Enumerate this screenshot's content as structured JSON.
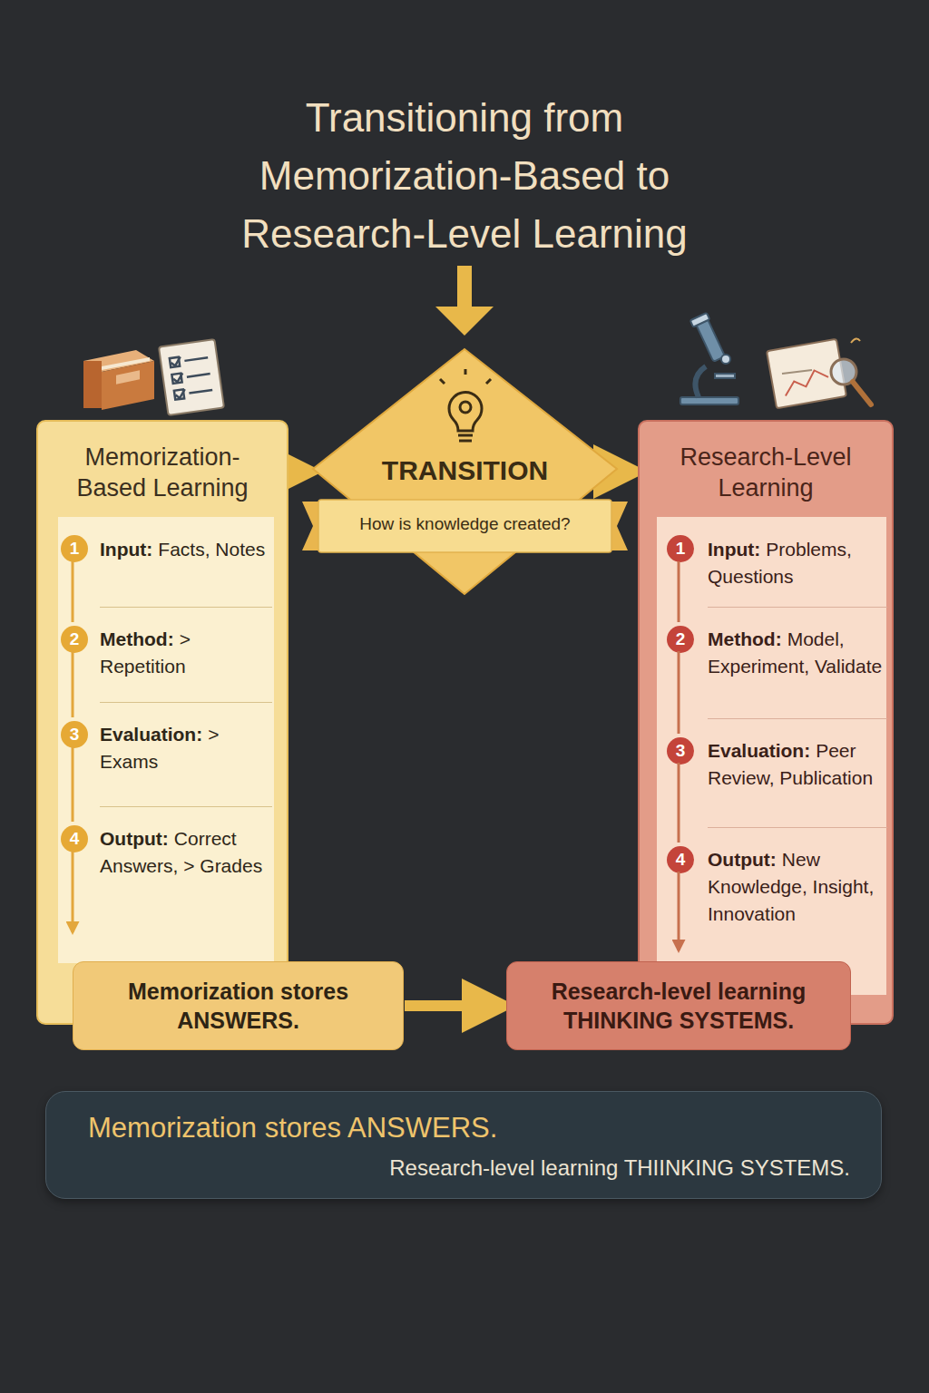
{
  "diagram": {
    "title": "Transitioning from Memorization-Based to Research-Level Learning",
    "nodes": [
      {
        "text": [
          "Memorization- Based Learning"
        ]
      },
      {
        "text": [
          "Input:",
          "Facts, Notes"
        ],
        "in": 0
      },
      {
        "text": [
          "1"
        ],
        "in": 1
      },
      {
        "text": [
          "Method:",
          "> Repetition"
        ],
        "in": 0
      },
      {
        "text": [
          "2"
        ],
        "in": 3
      },
      {
        "text": [
          "Evaluation:",
          "> Exams"
        ],
        "in": 0
      },
      {
        "text": [
          "3"
        ],
        "in": 5
      },
      {
        "text": [
          "Output:",
          "Correct Answers, > Grades"
        ],
        "in": 0
      },
      {
        "text": [
          "4"
        ],
        "in": 7
      },
      {
        "text": [
          "TRANSITION",
          "How is knowledge created?"
        ]
      },
      {
        "text": [
          "Research-Level Learning"
        ]
      },
      {
        "text": [
          "Input:",
          "Problems, Questions"
        ],
        "in": 10
      },
      {
        "text": [
          "1"
        ],
        "in": 11
      },
      {
        "text": [
          "Method:",
          "Model, Experiment, Validate"
        ],
        "in": 10
      },
      {
        "text": [
          "2"
        ],
        "in": 13
      },
      {
        "text": [
          "Evaluation:",
          "Peer Review, Publication"
        ],
        "in": 10
      },
      {
        "text": [
          "3"
        ],
        "in": 15
      },
      {
        "text": [
          "Output:",
          "New Knowledge, Insight, Innovation"
        ],
        "in": 10
      },
      {
        "text": [
          "4"
        ],
        "in": 17
      },
      {
        "text": [
          "Memorization stores ANSWERS."
        ]
      },
      {
        "text": [
          "Research-level learning THINKING SYSTEMS."
        ]
      },
      {
        "text": [
          "Memorization stores ANSWERS.",
          "Research-level learning THIINKING SYSTEMS."
        ]
      }
    ],
    "edges": [
      {
        "from": 0,
        "to": 9,
        "arrow": "to"
      },
      {
        "from": 9,
        "to": 10,
        "arrow": "to"
      },
      {
        "from": 19,
        "to": 20,
        "arrow": "to"
      }
    ]
  }
}
